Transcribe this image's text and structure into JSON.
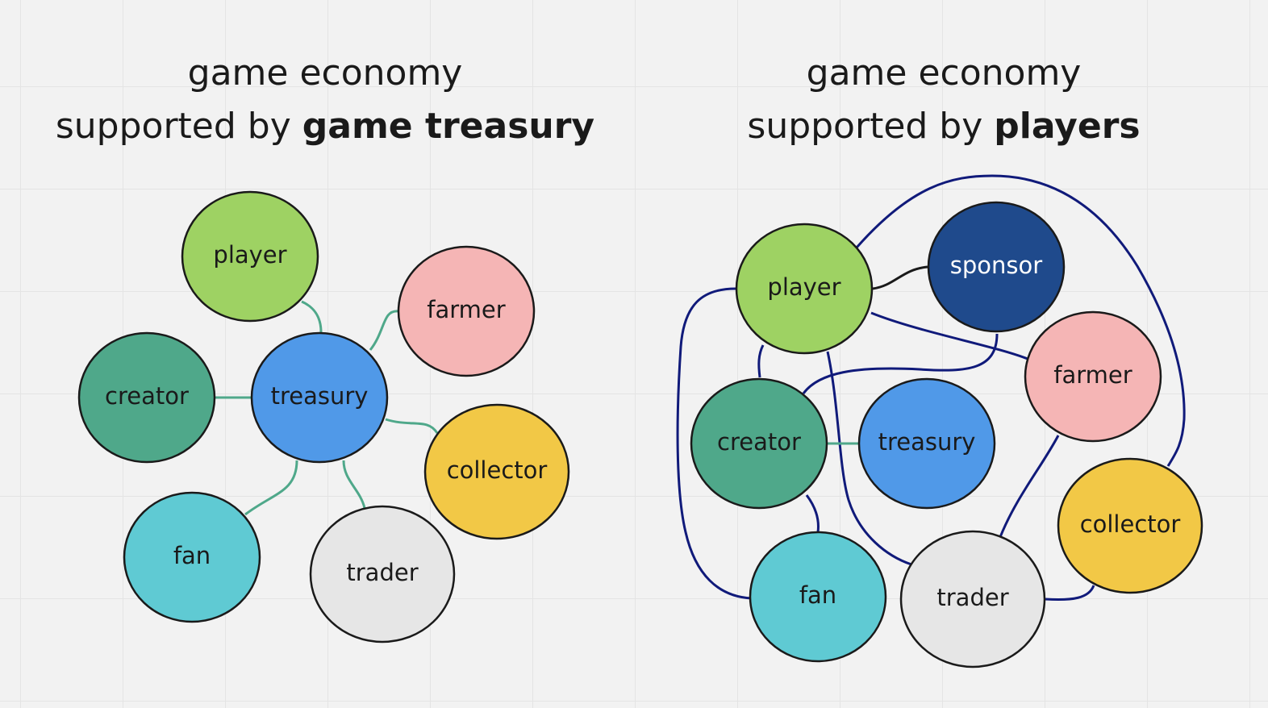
{
  "colors": {
    "player": "#9ed263",
    "treasury": "#5099e8",
    "creator": "#4fa88a",
    "farmer": "#f5b5b5",
    "collector": "#f2c846",
    "fan": "#5fcad3",
    "trader": "#e6e6e6",
    "sponsor": "#1f4a8c",
    "left_edge": "#4fa88a",
    "right_edge": "#101a7a"
  },
  "left_diagram": {
    "title_line1": "game economy",
    "title_prefix": "supported by ",
    "title_bold": "game treasury",
    "nodes": {
      "player": "player",
      "farmer": "farmer",
      "creator": "creator",
      "treasury": "treasury",
      "collector": "collector",
      "fan": "fan",
      "trader": "trader"
    }
  },
  "right_diagram": {
    "title_line1": "game economy",
    "title_prefix": "supported by ",
    "title_bold": "players",
    "nodes": {
      "player": "player",
      "sponsor": "sponsor",
      "farmer": "farmer",
      "creator": "creator",
      "treasury": "treasury",
      "collector": "collector",
      "fan": "fan",
      "trader": "trader"
    }
  }
}
